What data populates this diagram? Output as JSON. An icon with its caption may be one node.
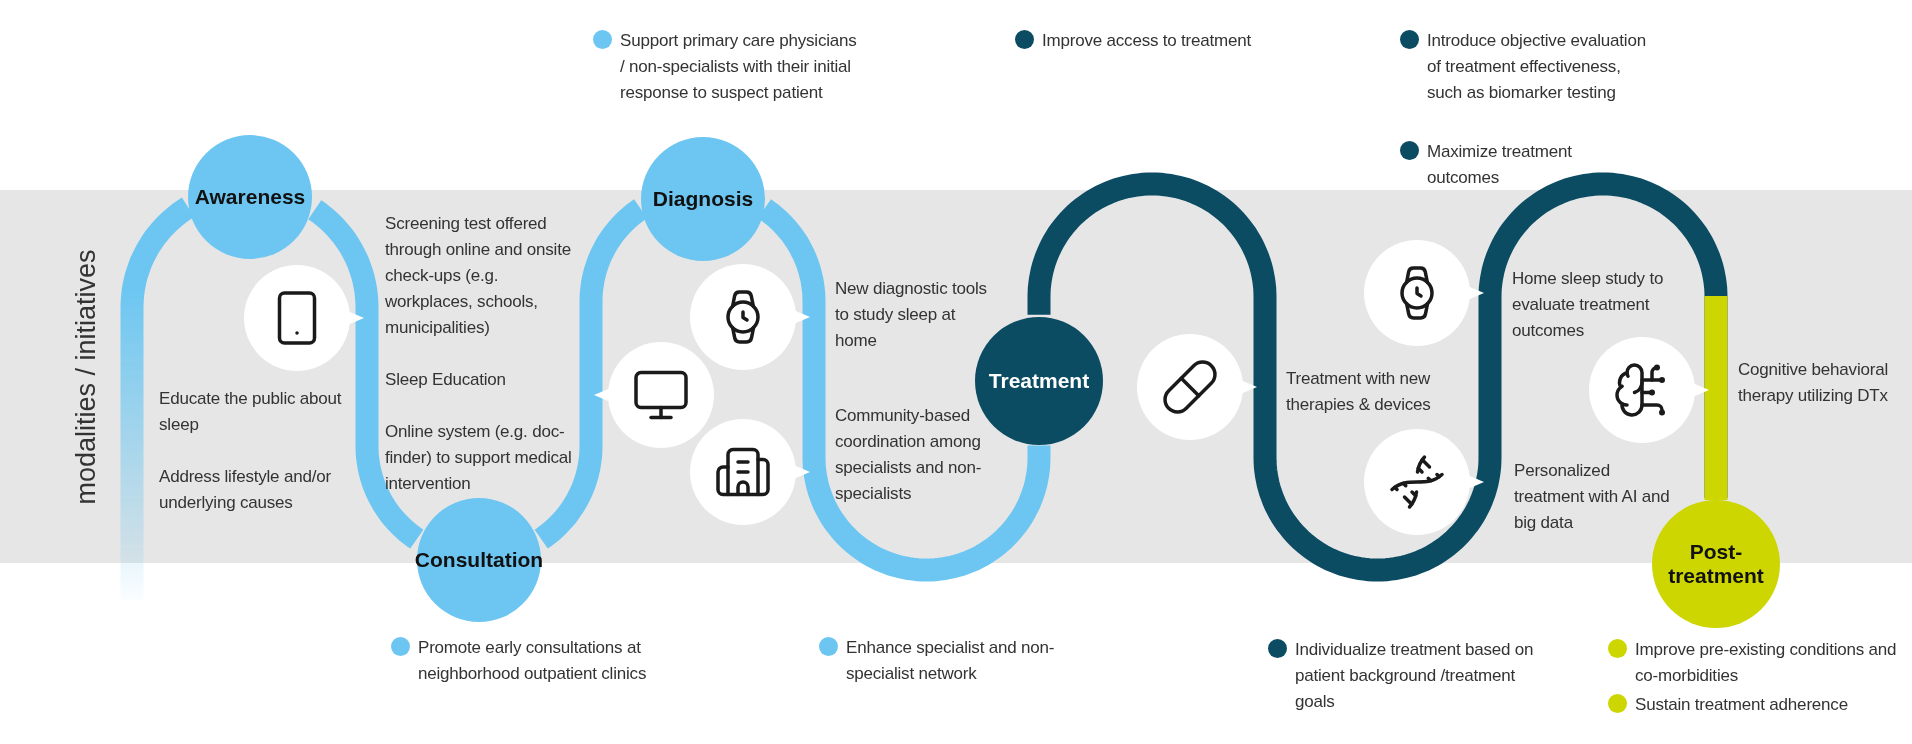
{
  "diagram": {
    "nodes": [
      {
        "text": [
          "Awareness"
        ]
      },
      {
        "text": [
          "Consultation"
        ]
      },
      {
        "text": [
          "Diagnosis"
        ]
      },
      {
        "text": [
          "Treatment"
        ]
      },
      {
        "text": [
          "Post-treatment"
        ]
      }
    ],
    "edges": [
      {
        "from": null,
        "to": 0,
        "arrow": "none"
      },
      {
        "from": 0,
        "to": 1,
        "arrow": "none"
      },
      {
        "from": 1,
        "to": 2,
        "arrow": "none"
      },
      {
        "from": 2,
        "to": 3,
        "arrow": "none"
      },
      {
        "from": 3,
        "to": 4,
        "arrow": "none",
        "color": "#0b4c63"
      }
    ],
    "labels": [
      "Support primary care physicians / non-specialists with their initial response to suspect patient",
      "Improve access to treatment",
      "Introduce objective evaluation of treatment effectiveness, such as biomarker testing",
      "Maximize treatment outcomes",
      "modalities / initiatives",
      "Screening test offered through online and onsite check-ups (e.g. workplaces, schools, municipalities)",
      "Sleep Education",
      "Online system (e.g. doc-finder) to support medical intervention",
      "Educate the public about sleep",
      "Address lifestyle and/or underlying causes",
      "New diagnostic tools to study sleep at home",
      "Community-based coordination among specialists and non-specialists",
      "Treatment with new therapies & devices",
      "Home sleep study to evaluate treatment outcomes",
      "Personalized treatment with AI and big data",
      "Cognitive behavioral therapy utilizing DTx",
      "Promote early consultations at neighborhood outpatient clinics",
      "Enhance specialist and non-specialist network",
      "Individualize treatment based on patient background /treatment goals",
      "Improve pre-existing conditions and co-morbidities",
      "Sustain treatment adherence"
    ]
  }
}
